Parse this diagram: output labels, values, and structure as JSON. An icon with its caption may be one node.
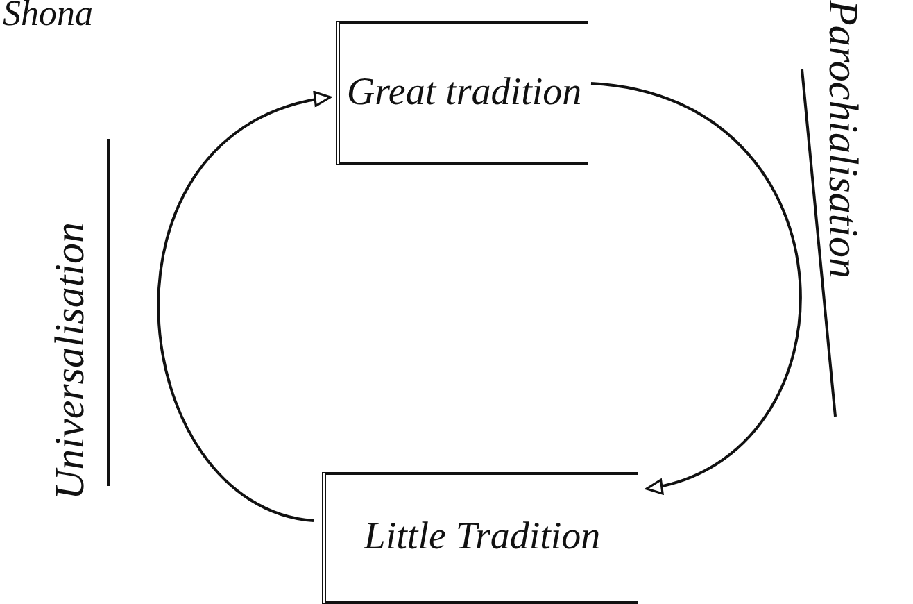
{
  "diagram": {
    "nodes": [
      {
        "text": [
          "Great tradition"
        ]
      },
      {
        "text": [
          "Little Tradition"
        ]
      }
    ],
    "edges": [
      {
        "from": 1,
        "to": 0,
        "arrow": "to"
      },
      {
        "from": 0,
        "to": 1,
        "arrow": "to"
      }
    ],
    "labels": [
      "Shona",
      "Universalisation",
      "Parochialisation"
    ]
  }
}
